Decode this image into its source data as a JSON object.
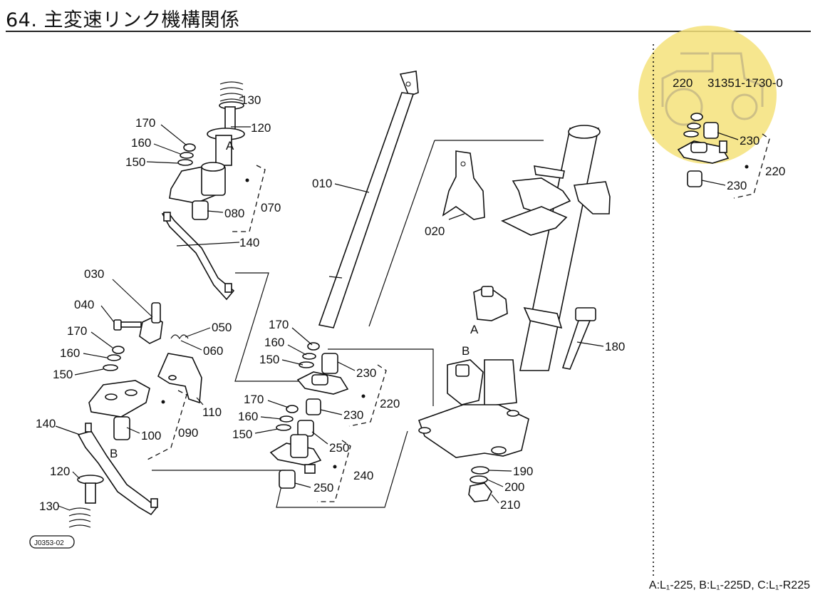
{
  "page": {
    "title": "64. 主変速リンク機構関係",
    "footnote": "A:L₁-225, B:L₁-225D, C:L₁-R225",
    "drawing_code": "J0353-02"
  },
  "inset": {
    "part_ref": "220",
    "part_number": "31351-1730-0",
    "labels": [
      "230",
      "220",
      "230"
    ]
  },
  "callouts": {
    "c130_top": "130",
    "c120_top": "120",
    "c170_top": "170",
    "c160_top": "160",
    "c150_top": "150",
    "c080": "080",
    "c070": "070",
    "c140_top": "140",
    "c010": "010",
    "c020": "020",
    "c030": "030",
    "c040": "040",
    "c050": "050",
    "c060": "060",
    "c170_mid": "170",
    "c160_mid": "160",
    "c150_mid": "150",
    "c110": "110",
    "c100": "100",
    "c090": "090",
    "c140_bot": "140",
    "c120_bot": "120",
    "c130_bot": "130",
    "c170_r": "170",
    "c160_r": "160",
    "c150_r": "150",
    "c230_a": "230",
    "c220": "220",
    "c170_r2": "170",
    "c160_r2": "160",
    "c150_r2": "150",
    "c230_b": "230",
    "c250_a": "250",
    "c240": "240",
    "c250_b": "250",
    "c180": "180",
    "c190": "190",
    "c200": "200",
    "c210": "210"
  },
  "variant_marks": {
    "a1": "A",
    "a2": "A",
    "b1": "B",
    "b2": "B"
  },
  "colors": {
    "ink": "#111111",
    "badge": "#f5e27a"
  }
}
